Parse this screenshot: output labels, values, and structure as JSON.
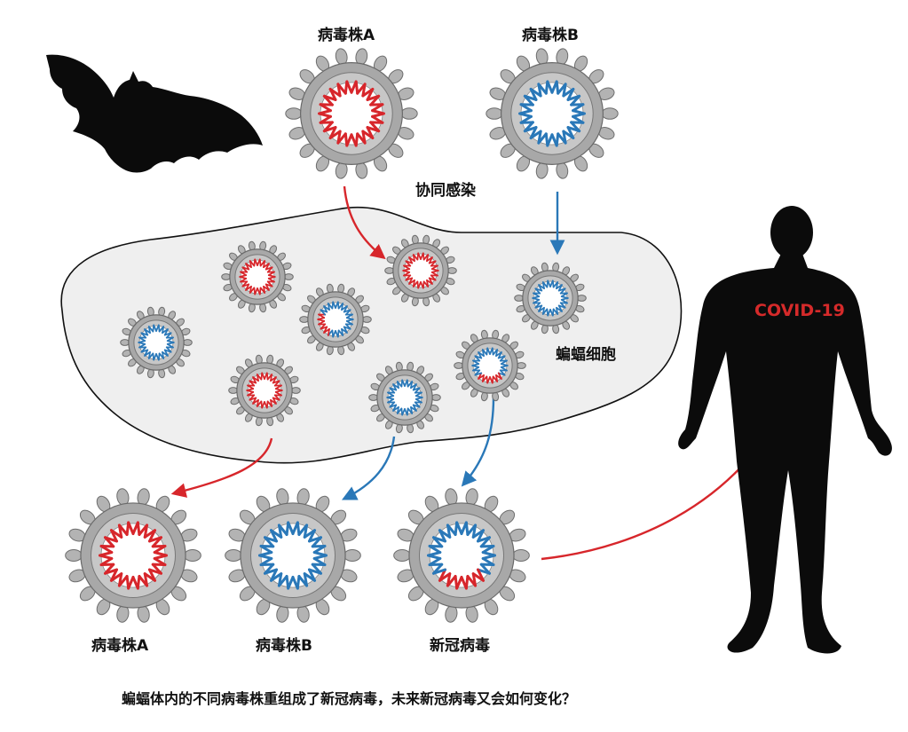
{
  "labels": {
    "strain_a_top": "病毒株A",
    "strain_b_top": "病毒株B",
    "coinfection": "协同感染",
    "bat_cell": "蝙蝠细胞",
    "covid": "COVID-19",
    "strain_a_bottom": "病毒株A",
    "strain_b_bottom": "病毒株B",
    "new_virus": "新冠病毒",
    "caption": "蝙蝠体内的不同病毒株重组成了新冠病毒，未来新冠病毒又会如何变化？"
  },
  "colors": {
    "strain_a": "#d7262b",
    "strain_b": "#2a78b8",
    "covid_text": "#d52a2a",
    "silhouette": "#0b0b0b",
    "cell_fill": "#efefef",
    "virus_gray": "#9a9a9a"
  },
  "icons": [
    "bat-icon",
    "human-silhouette-icon",
    "virus-icon"
  ]
}
